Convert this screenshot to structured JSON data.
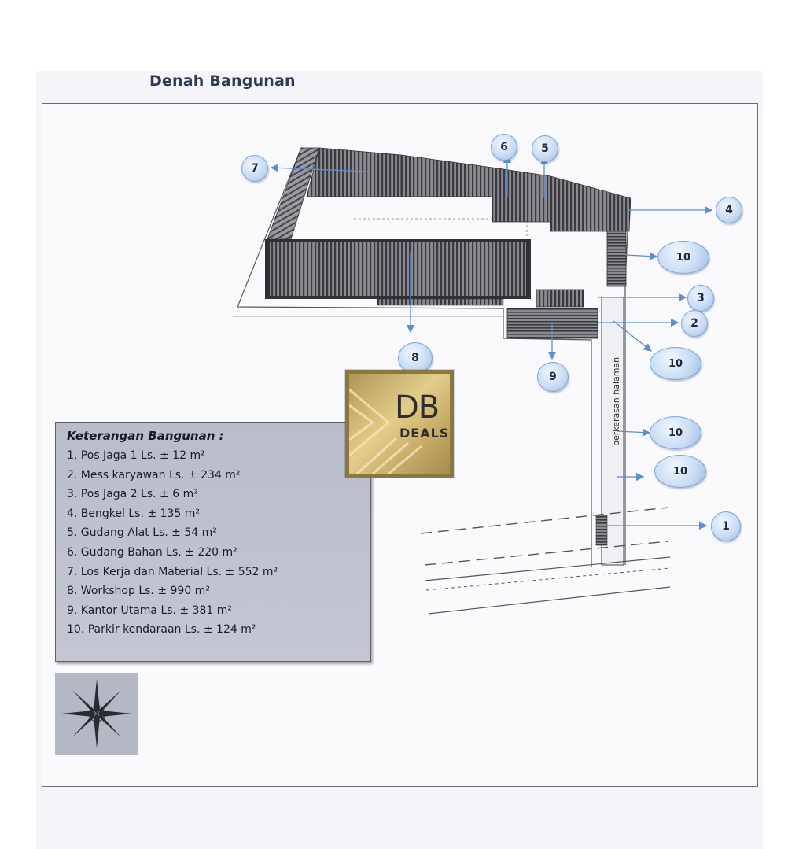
{
  "title": "Denah Bangunan",
  "paving_label": "perkerasan halaman",
  "callouts": {
    "c7": "7",
    "c6": "6",
    "c5": "5",
    "c4": "4",
    "c10a": "10",
    "c3": "3",
    "c2": "2",
    "c10b": "10",
    "c8": "8",
    "c9": "9",
    "c10c": "10",
    "c10d": "10",
    "c1": "1"
  },
  "legend": {
    "title": "Keterangan Bangunan :",
    "items": [
      "1. Pos Jaga 1 Ls. ± 12 m²",
      "2. Mess karyawan Ls. ±  234 m²",
      "3. Pos Jaga 2 Ls. ± 6 m²",
      "4. Bengkel Ls. ± 135 m²",
      "5. Gudang Alat Ls. ± 54 m²",
      "6. Gudang Bahan Ls. ± 220 m²",
      "7. Los Kerja dan Material Ls. ± 552 m²",
      "8. Workshop Ls. ± 990 m²",
      "9. Kantor Utama Ls. ± 381 m²",
      "10. Parkir kendaraan Ls. ± 124 m²"
    ]
  },
  "watermark": {
    "line1": "DB",
    "line2": "DEALS"
  },
  "colors": {
    "callout_fill": "#c9ddf5",
    "arrow": "#5b8fd1",
    "roof": "#4a4a4f",
    "legend_bg": "#bfc2cd",
    "badge_gold": "#d8be78"
  },
  "icons": {
    "compass": "compass-rose-icon",
    "logo": "db-deals-logo"
  }
}
